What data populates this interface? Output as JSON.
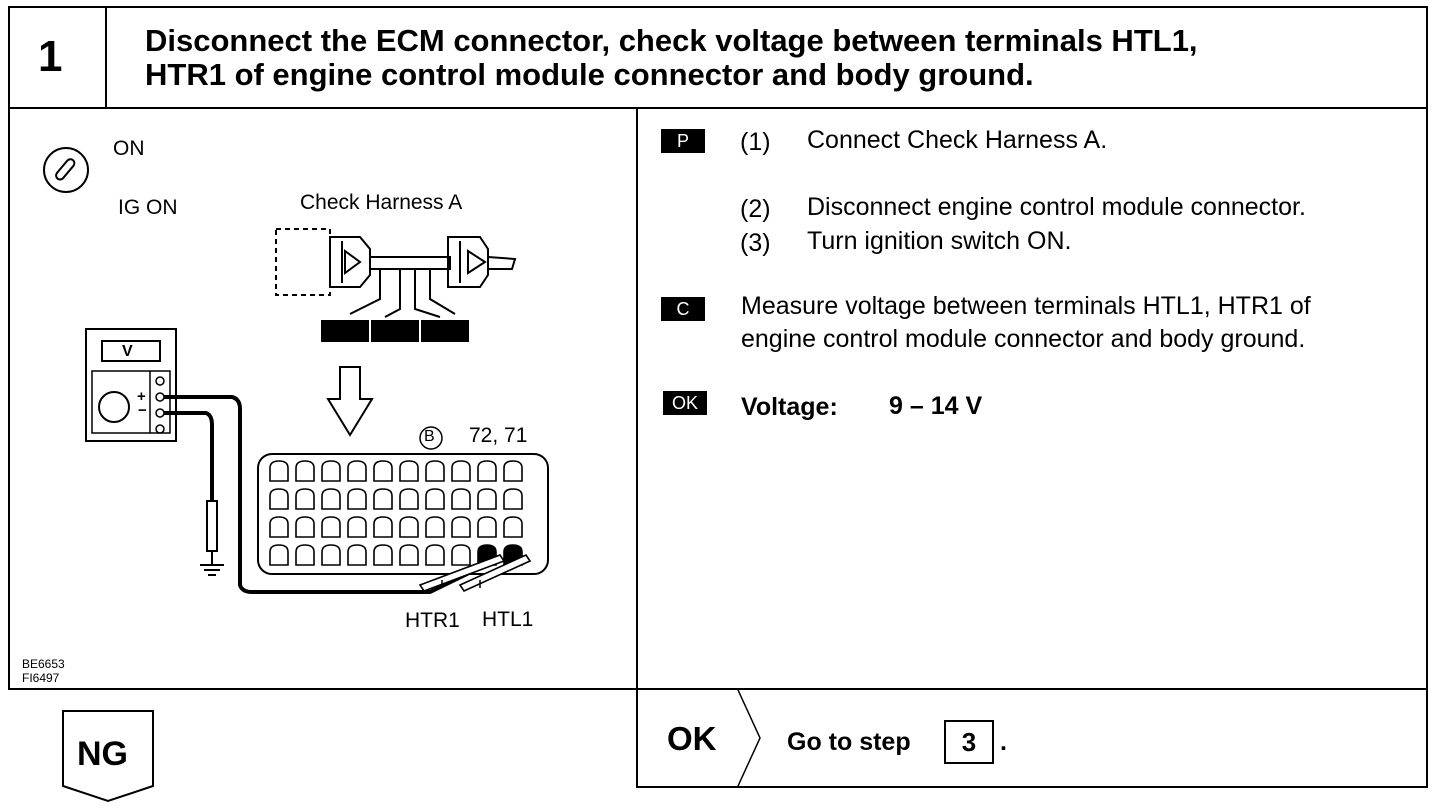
{
  "step": {
    "number": "1",
    "title_line1": "Disconnect the ECM connector, check voltage between terminals HTL1,",
    "title_line2": "HTR1 of engine control module connector and body ground."
  },
  "diagram": {
    "switch_on": "ON",
    "switch_ig_on": "IG ON",
    "harness_label": "Check Harness A",
    "meter_v": "V",
    "connector_id": "B",
    "connector_pins": "72, 71",
    "terminal_htr1": "HTR1",
    "terminal_htl1": "HTL1",
    "code1": "BE6653",
    "code2": "FI6497"
  },
  "instructions": {
    "p_badge": "P",
    "p1_num": "(1)",
    "p1_text": "Connect Check Harness A.",
    "p2_num": "(2)",
    "p2_text": "Disconnect engine control module connector.",
    "p3_num": "(3)",
    "p3_text": "Turn ignition switch ON.",
    "c_badge": "C",
    "c_line1": "Measure voltage between terminals HTL1, HTR1 of",
    "c_line2": "engine control module connector and body ground.",
    "ok_badge": "OK",
    "spec_label": "Voltage:",
    "spec_value": "9 – 14 V"
  },
  "result": {
    "ng_label": "NG",
    "ok_label": "OK",
    "go_to_text": "Go to step",
    "go_to_step": "3",
    "period": "."
  },
  "colors": {
    "ink": "#000000",
    "paper": "#ffffff"
  }
}
